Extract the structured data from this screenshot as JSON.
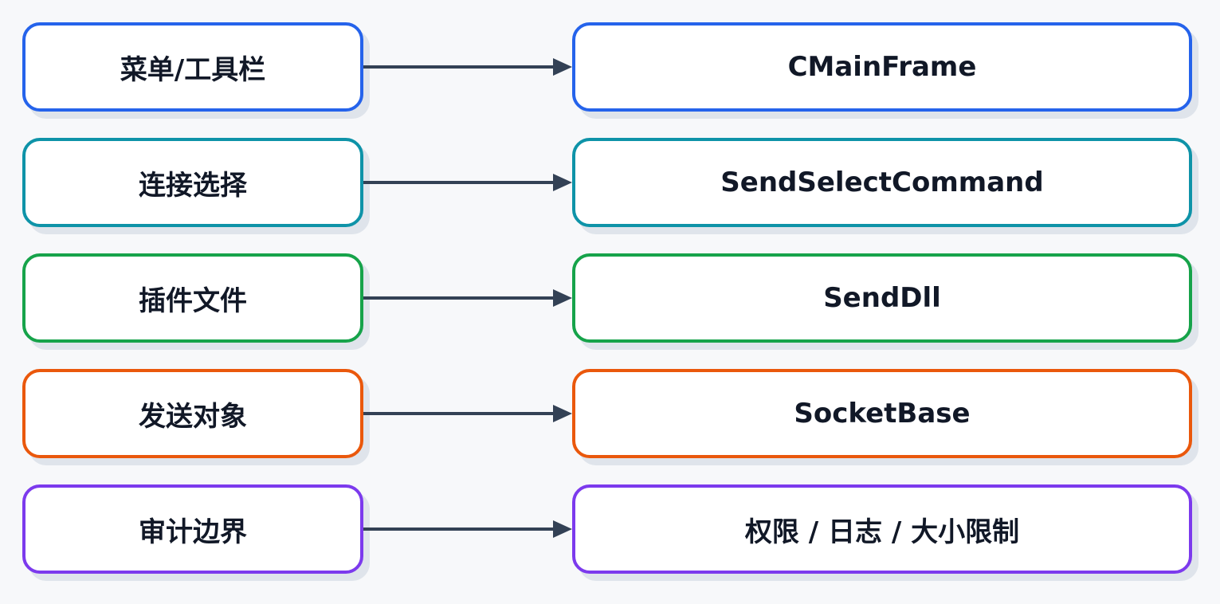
{
  "rows": [
    {
      "left": "菜单/工具栏",
      "right": "CMainFrame",
      "color": "#2563eb"
    },
    {
      "left": "连接选择",
      "right": "SendSelectCommand",
      "color": "#0e93a8"
    },
    {
      "left": "插件文件",
      "right": "SendDll",
      "color": "#16a34a"
    },
    {
      "left": "发送对象",
      "right": "SocketBase",
      "color": "#ea580c"
    },
    {
      "left": "审计边界",
      "right": "权限 / 日志 / 大小限制",
      "color": "#7c3aed"
    }
  ],
  "arrow_color": "#334155",
  "background": "#f7f8fa"
}
